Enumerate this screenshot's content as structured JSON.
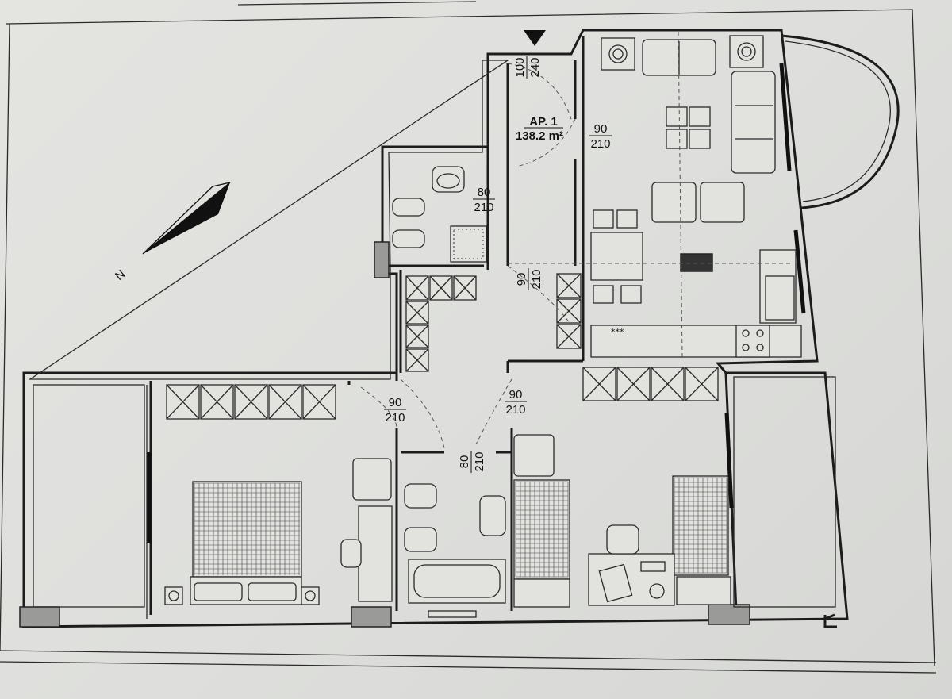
{
  "apartment": {
    "name": "AP. 1",
    "area": "138.2 m²"
  },
  "doors": [
    {
      "width": "100",
      "height": "240"
    },
    {
      "width": "90",
      "height": "210"
    },
    {
      "width": "80",
      "height": "210"
    },
    {
      "width": "90",
      "height": "210"
    },
    {
      "width": "90",
      "height": "210"
    },
    {
      "width": "90",
      "height": "210"
    },
    {
      "width": "80",
      "height": "210"
    }
  ],
  "north_label": "N",
  "colors": {
    "paper": "#e2e2df",
    "ink": "#1c1c1c"
  }
}
